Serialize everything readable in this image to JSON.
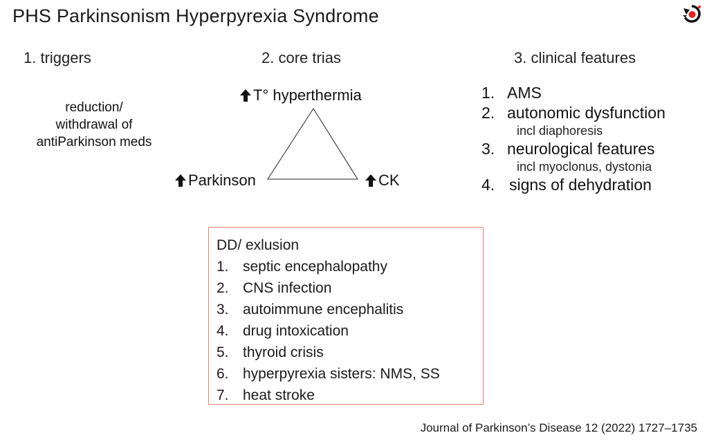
{
  "slide": {
    "title": "PHS Parkinsonism Hyperpyrexia Syndrome",
    "logo_icon": "red-eye-logo-icon",
    "accent_color": "#f07d6c",
    "logo_dot_color": "#e8231c"
  },
  "triggers": {
    "heading": "1. triggers",
    "text_lines": [
      "reduction/",
      "withdrawal of",
      "antiParkinson meds"
    ]
  },
  "core_trias": {
    "heading": "2. core trias",
    "arrow_icon": "up-arrow-icon",
    "top": "T° hyperthermia",
    "left": "Parkinson",
    "right": "CK"
  },
  "clinical_features": {
    "heading": "3. clinical features",
    "items": [
      {
        "num": "1.",
        "label": "AMS",
        "sub": ""
      },
      {
        "num": "2.",
        "label": "autonomic dysfunction",
        "sub": "incl diaphoresis"
      },
      {
        "num": "3.",
        "label": "neurological features",
        "sub": "incl myoclonus, dystonia"
      },
      {
        "num": "4.",
        "label": "signs of dehydration",
        "sub": ""
      }
    ]
  },
  "differential": {
    "title": "DD/ exlusion",
    "items": [
      {
        "num": "1.",
        "label": "septic encephalopathy"
      },
      {
        "num": "2.",
        "label": "CNS infection"
      },
      {
        "num": "3.",
        "label": "autoimmune encephalitis"
      },
      {
        "num": "4.",
        "label": "drug intoxication"
      },
      {
        "num": "5.",
        "label": "thyroid crisis"
      },
      {
        "num": "6.",
        "label": "hyperpyrexia sisters: NMS, SS"
      },
      {
        "num": "7.",
        "label": "heat stroke"
      }
    ]
  },
  "citation": "Journal of Parkinson’s Disease 12 (2022) 1727–1735"
}
